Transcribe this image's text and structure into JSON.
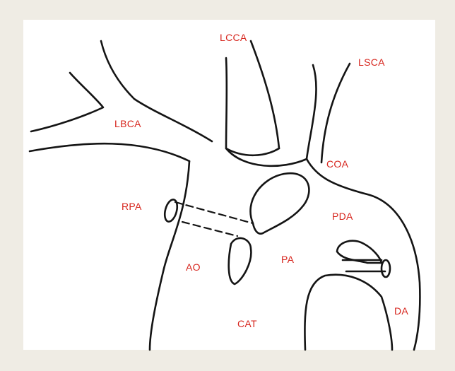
{
  "labels": {
    "lcca": "LCCA",
    "lsca": "LSCA",
    "lbca": "LBCA",
    "coa": "COA",
    "rpa": "RPA",
    "pda": "PDA",
    "ao": "AO",
    "pa": "PA",
    "da": "DA",
    "cat": "CAT"
  },
  "colors": {
    "label": "#d7261e",
    "line": "#141414",
    "background": "#efece4",
    "sheet": "#ffffff"
  }
}
